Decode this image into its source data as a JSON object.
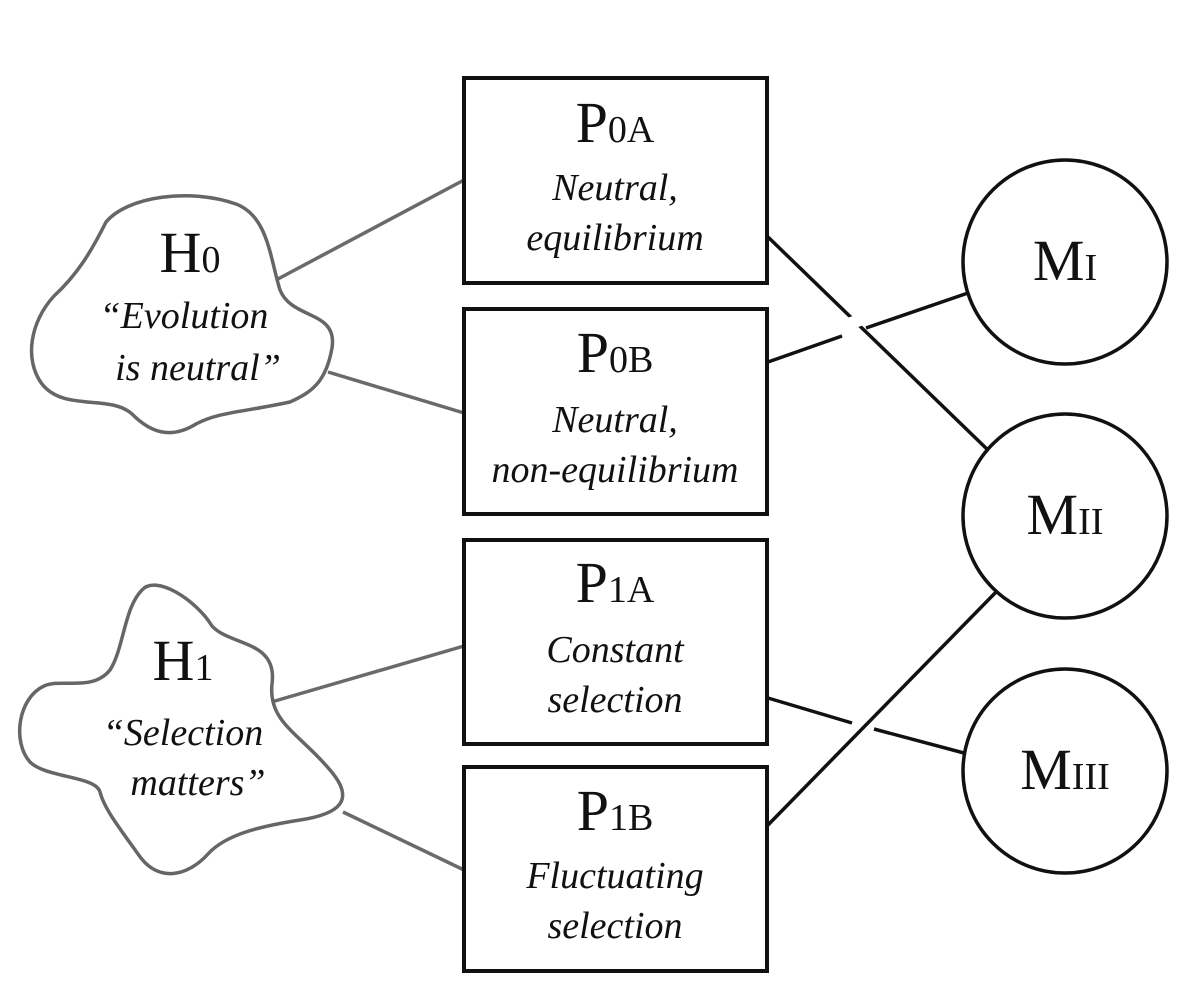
{
  "hypotheses": [
    {
      "id": "h0",
      "symbol": "H",
      "sub": "0",
      "lines": [
        "“Evolution",
        "is neutral”"
      ]
    },
    {
      "id": "h1",
      "symbol": "H",
      "sub": "1",
      "lines": [
        "“Selection",
        "matters”"
      ]
    }
  ],
  "processes": [
    {
      "id": "p0a",
      "symbol": "P",
      "sub": "0A",
      "lines": [
        "Neutral,",
        "equilibrium"
      ]
    },
    {
      "id": "p0b",
      "symbol": "P",
      "sub": "0B",
      "lines": [
        "Neutral,",
        "non-equilibrium"
      ]
    },
    {
      "id": "p1a",
      "symbol": "P",
      "sub": "1A",
      "lines": [
        "Constant",
        "selection"
      ]
    },
    {
      "id": "p1b",
      "symbol": "P",
      "sub": "1B",
      "lines": [
        "Fluctuating",
        "selection"
      ]
    }
  ],
  "models": [
    {
      "id": "m1",
      "symbol": "M",
      "sub": "I"
    },
    {
      "id": "m2",
      "symbol": "M",
      "sub": "II"
    },
    {
      "id": "m3",
      "symbol": "M",
      "sub": "III"
    }
  ],
  "links": [
    {
      "from": "h0",
      "to": "p0a"
    },
    {
      "from": "h0",
      "to": "p0b"
    },
    {
      "from": "h1",
      "to": "p1a"
    },
    {
      "from": "h1",
      "to": "p1b"
    },
    {
      "from": "p0a",
      "to": "m2"
    },
    {
      "from": "p0b",
      "to": "m1"
    },
    {
      "from": "p1a",
      "to": "m3"
    },
    {
      "from": "p1b",
      "to": "m2"
    }
  ]
}
